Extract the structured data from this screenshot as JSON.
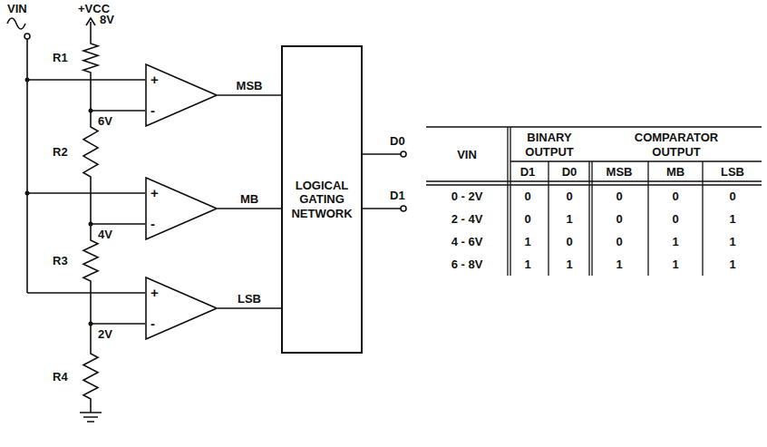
{
  "diagram": {
    "nodes": [
      {
        "text": [
          "+",
          "-"
        ]
      },
      {
        "text": [
          "+",
          "-"
        ]
      },
      {
        "text": [
          "+",
          "-"
        ]
      },
      {
        "text": [
          "LOGICAL GATING NETWORK"
        ]
      }
    ],
    "edges": [
      {
        "from": 0,
        "to": 3,
        "arrow": "none",
        "label": "MSB"
      },
      {
        "from": 1,
        "to": 3,
        "arrow": "none",
        "label": "MB"
      },
      {
        "from": 2,
        "to": 3,
        "arrow": "none",
        "label": "LSB"
      }
    ],
    "labels": [
      "VIN",
      "+VCC",
      "8V",
      "R1",
      "6V",
      "R2",
      "4V",
      "R3",
      "2V",
      "R4",
      "D0",
      "D1",
      "VIN",
      "BINARY OUTPUT",
      "COMPARATOR OUTPUT",
      "D1",
      "D0",
      "MSB",
      "MB",
      "LSB",
      "0 - 2V",
      "0",
      "0",
      "0",
      "0",
      "0",
      "2 - 4V",
      "0",
      "1",
      "0",
      "0",
      "1",
      "4 - 6V",
      "1",
      "0",
      "0",
      "1",
      "1",
      "6 - 8V",
      "1",
      "1",
      "1",
      "1",
      "1"
    ]
  }
}
